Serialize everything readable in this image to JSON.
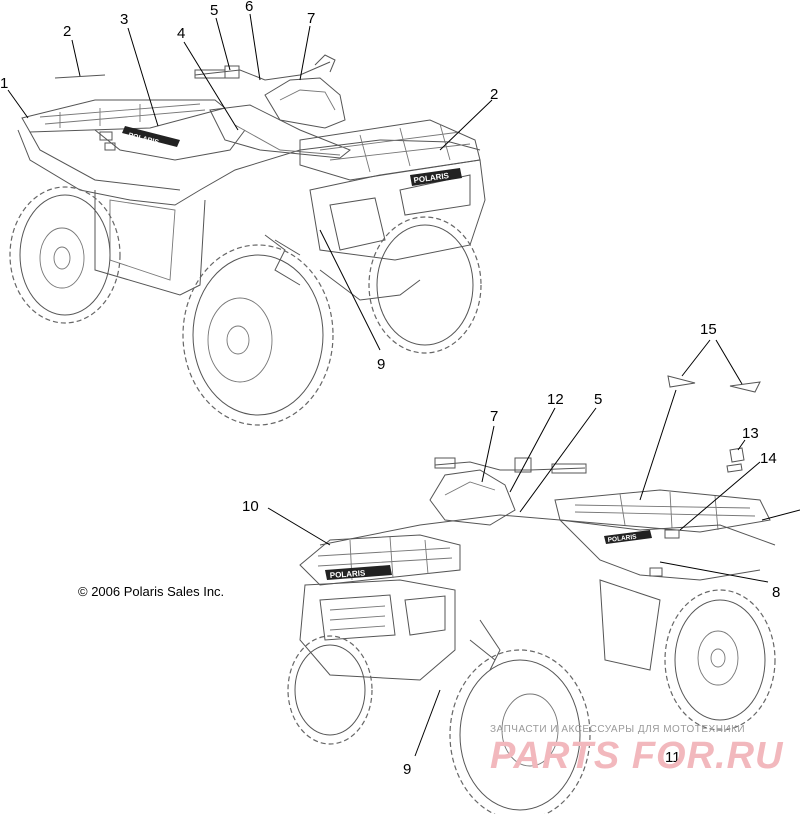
{
  "copyright": "© 2006 Polaris Sales Inc.",
  "callouts_top": [
    "1",
    "2",
    "3",
    "4",
    "5",
    "6",
    "7",
    "2",
    "9"
  ],
  "callouts_bottom": [
    "15",
    "13",
    "14",
    "12",
    "7",
    "5",
    "10",
    "8",
    "9",
    "11"
  ],
  "decal_text": {
    "side": "POLARIS",
    "front": "POLARIS"
  },
  "watermark": {
    "tagline": "ЗАПЧАСТИ И АКСЕССУАРЫ ДЛЯ МОТОТЕХНИКИ",
    "brand": "PARTS FOR.RU"
  }
}
